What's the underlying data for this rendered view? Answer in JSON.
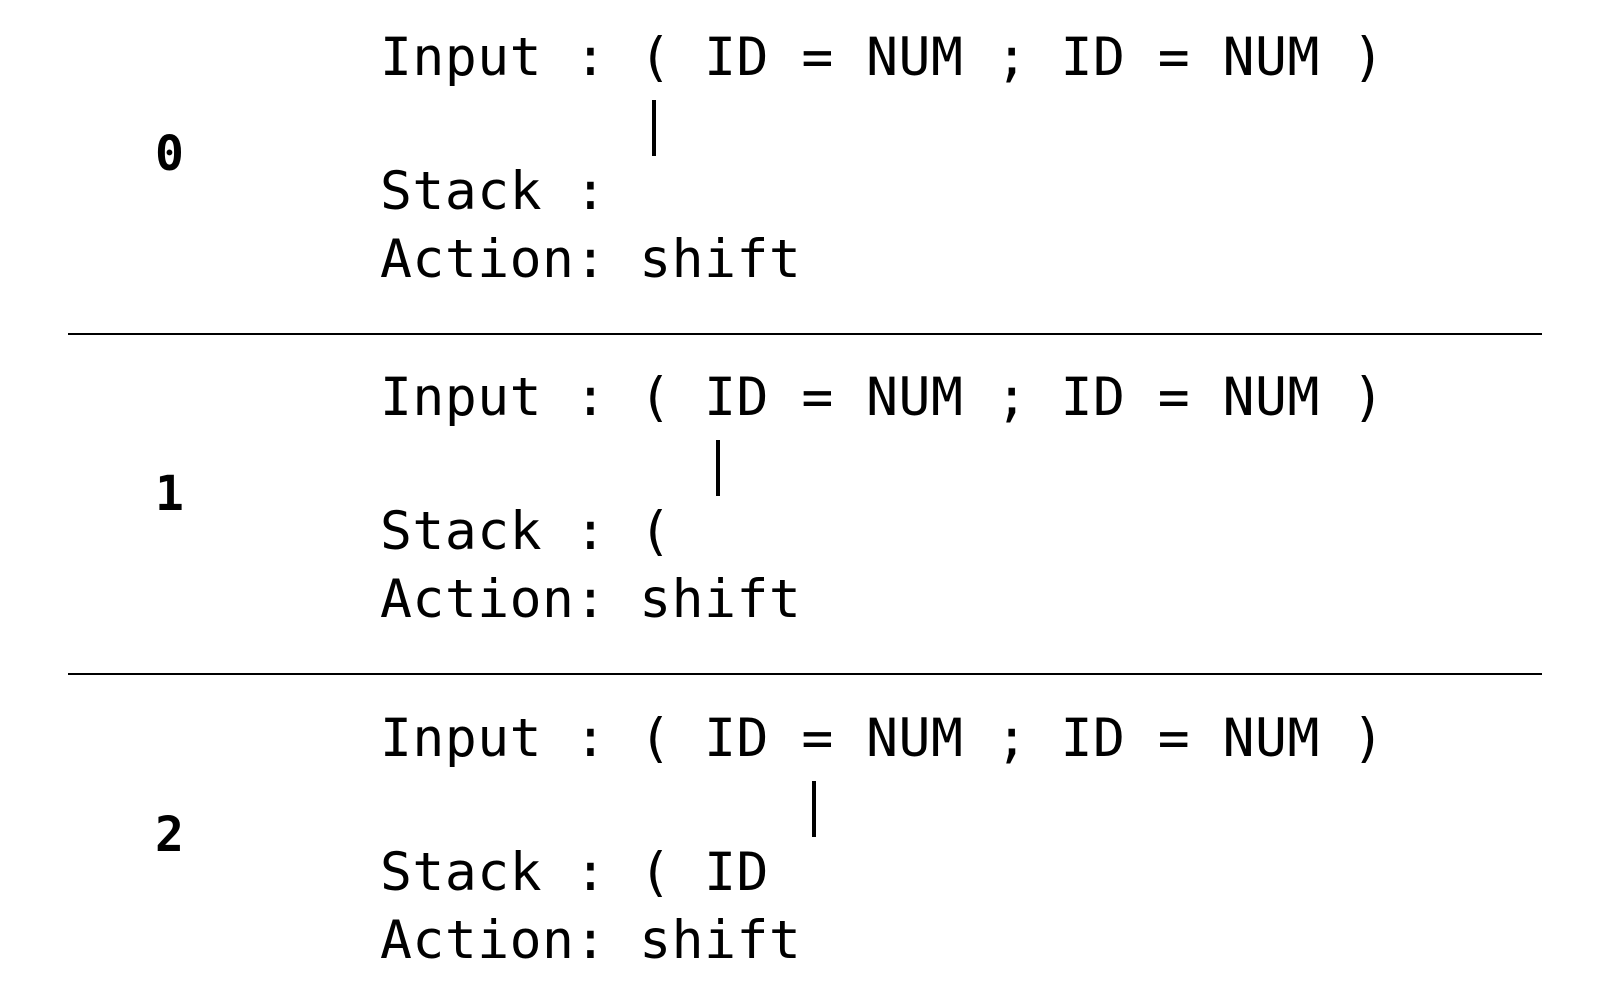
{
  "steps": [
    {
      "number": "0",
      "input": "Input : ( ID = NUM ; ID = NUM )",
      "stack": "Stack : ",
      "action": "Action: shift",
      "pointer_token_index": 0
    },
    {
      "number": "1",
      "input": "Input : ( ID = NUM ; ID = NUM )",
      "stack": "Stack : (",
      "action": "Action: shift",
      "pointer_token_index": 1
    },
    {
      "number": "2",
      "input": "Input : ( ID = NUM ; ID = NUM )",
      "stack": "Stack : ( ID",
      "action": "Action: shift",
      "pointer_token_index": 2
    }
  ]
}
